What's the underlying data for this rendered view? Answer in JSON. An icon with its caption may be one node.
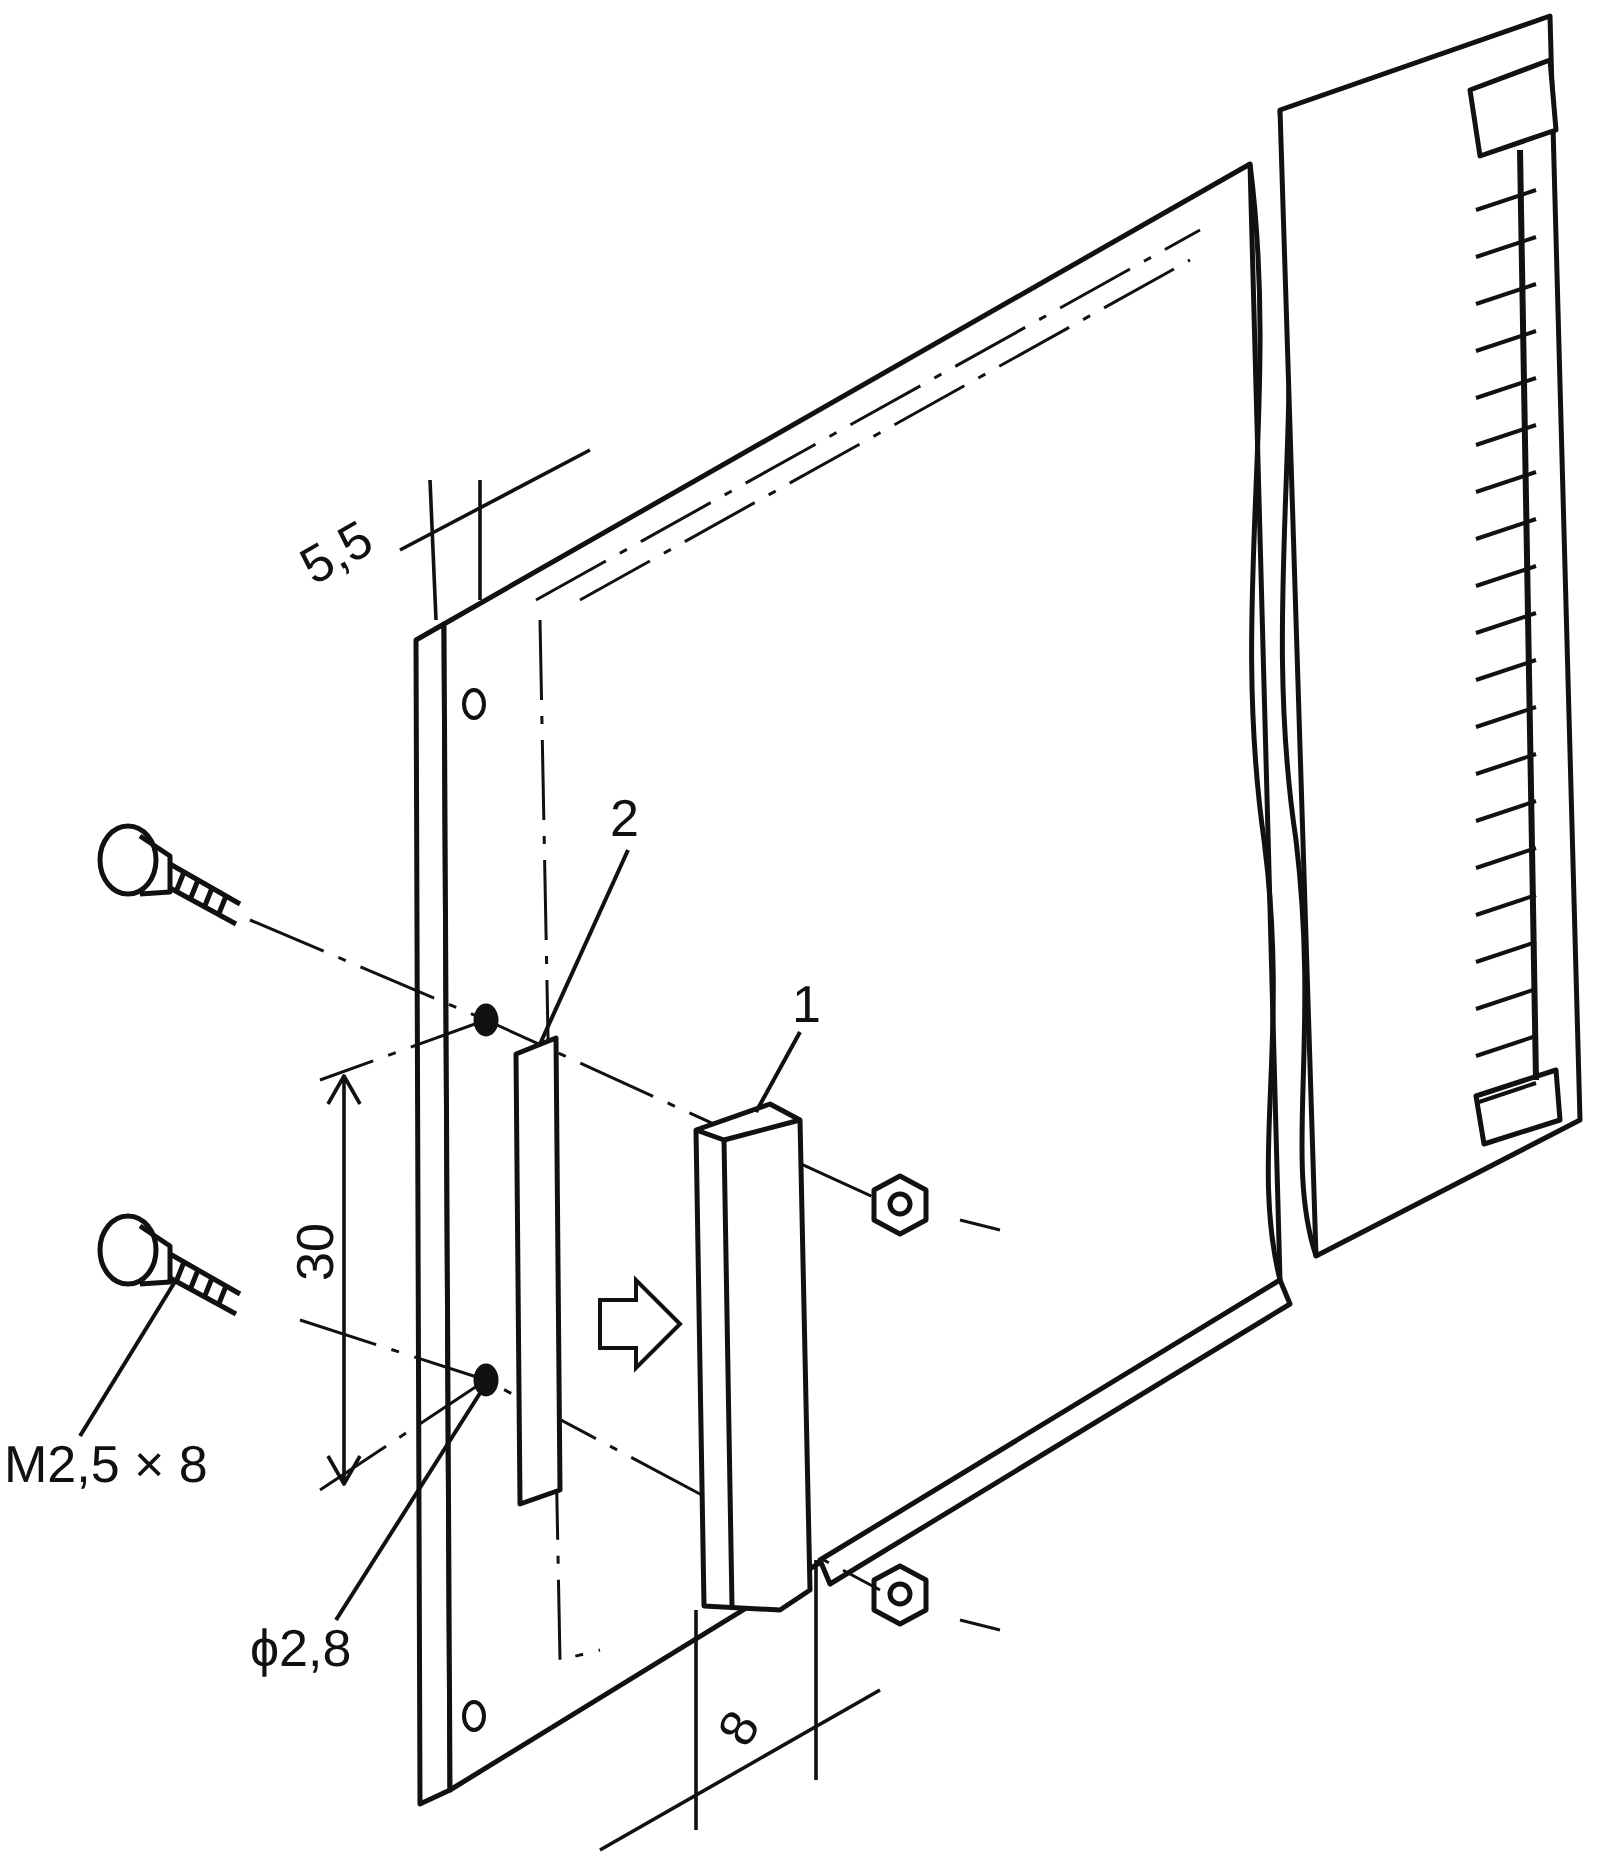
{
  "diagram": {
    "nodes": [
      {
        "text": [
          "2"
        ]
      },
      {
        "text": [],
        "shape": "bar"
      },
      {
        "text": [
          "1"
        ]
      },
      {
        "text": [],
        "shape": "picture"
      },
      {
        "text": [
          "M2,5 × 8"
        ]
      },
      {
        "text": [],
        "shape": "picture"
      },
      {
        "text": [
          "ϕ2,8"
        ]
      },
      {
        "text": [],
        "shape": "circle"
      }
    ],
    "edges": [
      {
        "from": 0,
        "to": 1,
        "arrow": "none"
      },
      {
        "from": 2,
        "to": 3,
        "arrow": "none"
      },
      {
        "from": 4,
        "to": 5,
        "arrow": "none"
      },
      {
        "from": 6,
        "to": 7,
        "arrow": "none"
      },
      {
        "from": 1,
        "to": 3,
        "arrow": "to",
        "style": "thick"
      }
    ],
    "labels": [
      "5,5",
      "30",
      "8"
    ]
  }
}
